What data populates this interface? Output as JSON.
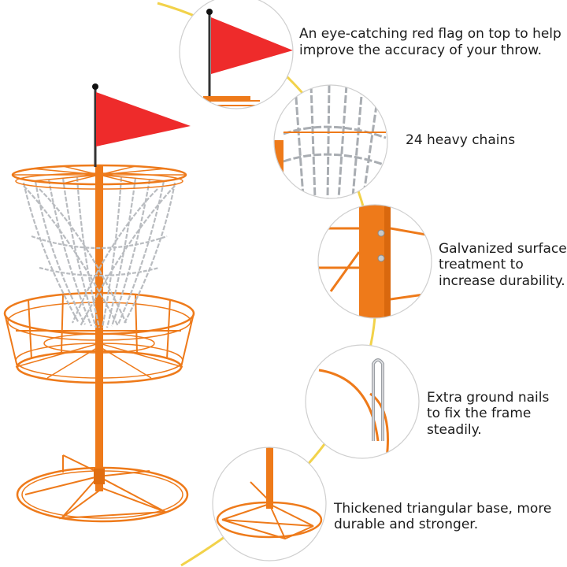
{
  "product": {
    "type": "disc golf basket",
    "frame_color": "#ee7a1a",
    "flag_color": "#ee2b2b",
    "chain_color": "#b9bcc0",
    "arc_color": "#f2d24a"
  },
  "callouts": [
    {
      "id": "flag",
      "icon": "red-flag-closeup",
      "text": "An eye-catching red flag on top to help\nimprove the accuracy of your throw."
    },
    {
      "id": "chains",
      "icon": "chains-closeup",
      "text": "24 heavy chains"
    },
    {
      "id": "galvanized",
      "icon": "pole-bracket-closeup",
      "text": "Galvanized surface\ntreatment to\nincrease durability."
    },
    {
      "id": "nails",
      "icon": "ground-nail-closeup",
      "text": "Extra ground nails\nto fix the frame\nsteadily."
    },
    {
      "id": "base",
      "icon": "triangular-base-closeup",
      "text": "Thickened triangular base, more\ndurable and stronger."
    }
  ]
}
